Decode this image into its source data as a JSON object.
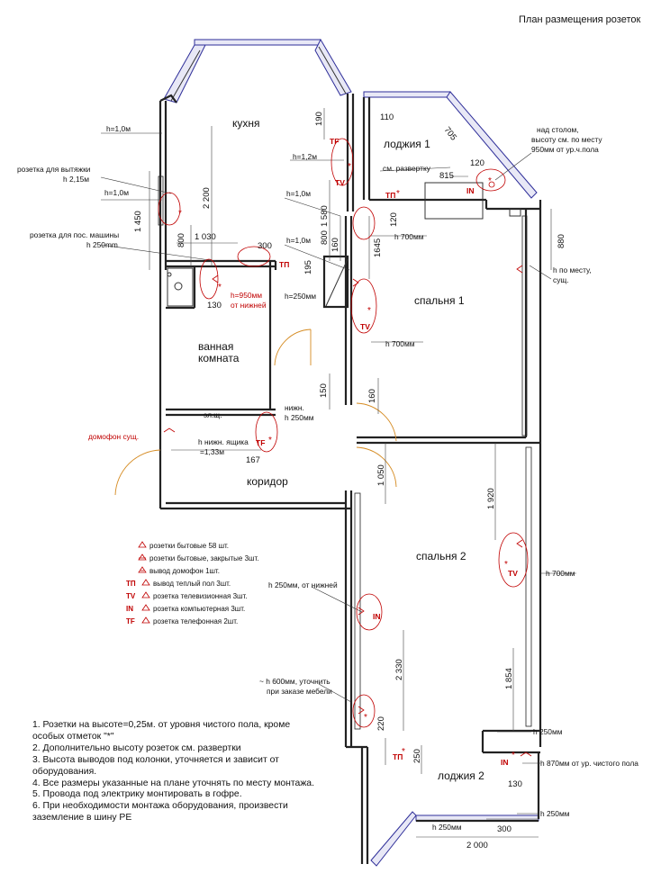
{
  "title": "План размещения розеток",
  "rooms": {
    "kitchen": "кухня",
    "loggia1": "лоджия 1",
    "bedroom1": "спальня 1",
    "bathroom_l1": "ванная",
    "bathroom_l2": "комната",
    "corridor": "коридор",
    "bedroom2": "спальня 2",
    "loggia2": "лоджия 2"
  },
  "dims": {
    "d1450": "1 450",
    "d2200": "2 200",
    "d1030": "1 030",
    "d800a": "800",
    "d300a": "300",
    "d190": "190",
    "d1580": "1 580",
    "d800b": "800",
    "d160a": "160",
    "d195": "195",
    "d110": "110",
    "d705": "705",
    "d120a": "120",
    "d815": "815",
    "d120b": "120",
    "d1645": "1645",
    "d880": "880",
    "d150": "150",
    "d160b": "160",
    "d167": "167",
    "d1050": "1 050",
    "d1920": "1 920",
    "d2330": "2 330",
    "d1854": "1 854",
    "d220": "220",
    "d250": "250",
    "d130a": "130",
    "d130b": "130",
    "d300b": "300",
    "d2000": "2 000"
  },
  "labels": {
    "h1_1": "h=1,0м",
    "vent": "розетка для вытяжки",
    "vent_h": "h 2,15м",
    "h1_2": "h=1,0м",
    "wash": "розетка для пос. машины",
    "wash_h": "h 250mm",
    "h12": "h=1,2м",
    "h1_3": "h=1,0м",
    "h1_4": "h=1,0м",
    "h950": "h=950мм",
    "from_lower": "от нижней",
    "h250": "h=250мм",
    "see_dev": "см. развертку",
    "above_table": "над столом,",
    "height_see": "высоту см. по месту",
    "h950_floor": "950мм от ур.ч.пола",
    "h700a": "h 700мм",
    "h700b": "h 700мм",
    "on_site": "h по месту,",
    "exist": "сущ.",
    "el_box": "эл.щ.",
    "lower": "нижн.",
    "h250mm": "h 250мм",
    "h_box": "h нижн. ящика",
    "h133": "=1,33м",
    "intercom": "домофон сущ.",
    "h700c": "h 700мм",
    "h250_lower": "h 250мм, от нижней",
    "h600": "~ h 600мм, уточнить",
    "furniture": "при заказе мебели",
    "h250mm_b": "h 250мм",
    "h870": "h 870мм от ур. чистого пола",
    "h250mm_c": "h 250мм",
    "h250mm_d": "h 250мм"
  },
  "symbols": {
    "tf": "TF",
    "tv": "TV",
    "tp": "ТП",
    "in": "IN",
    "star": "*"
  },
  "legend": [
    {
      "symbol": "",
      "text": "розетки бытовые 58 шт."
    },
    {
      "symbol": "",
      "text": "розетки бытовые, закрытые 3шт."
    },
    {
      "symbol": "",
      "text": "вывод домофон 1шт."
    },
    {
      "symbol": "ТП",
      "text": "вывод теплый пол 3шт."
    },
    {
      "symbol": "TV",
      "text": "розетка телевизионная 3шт."
    },
    {
      "symbol": "IN",
      "text": "розетка компьютерная 3шт."
    },
    {
      "symbol": "TF",
      "text": "розетка телефонная 2шт."
    }
  ],
  "notes": [
    "1. Розетки на высоте=0,25м. от уровня чистого пола, кроме",
    "особых отметок \"*\"",
    "2. Дополнительно высоту розеток см. развертки",
    "3. Высота выводов под колонки, уточняется и зависит от",
    "оборудования.",
    "4. Все размеры указанные на плане уточнять по месту монтажа.",
    "5. Провода под электрику монтировать в гофре.",
    "6. При необходимости монтажа оборудования, произвести",
    "заземление в шину PE"
  ]
}
